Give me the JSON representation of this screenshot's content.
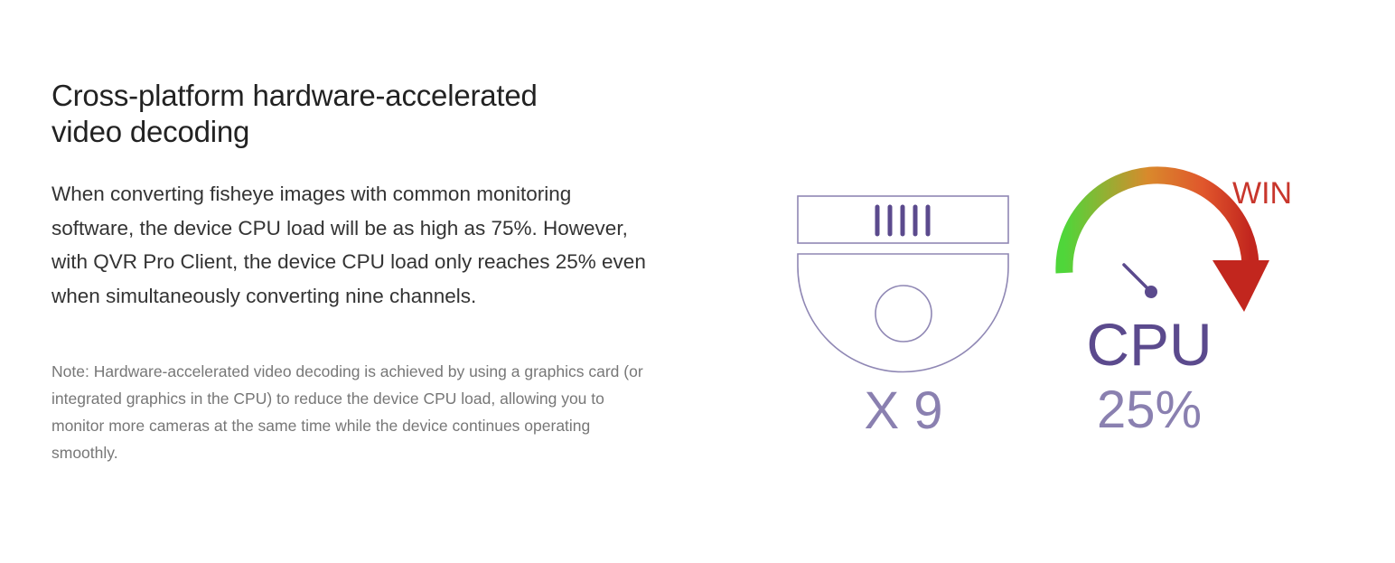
{
  "feature": {
    "title_line1": "Cross-platform hardware-accelerated",
    "title_line2": "video decoding",
    "description": "When converting fisheye images with common monitoring software, the device CPU load will be as high as 75%. However, with QVR Pro Client, the device CPU load only reaches 25% even when simultaneously converting nine channels.",
    "note": "Note: Hardware-accelerated video decoding is achieved by using a graphics card (or integrated graphics in the CPU) to reduce the device CPU load, allowing you to monitor more cameras at the same time while the device continues operating smoothly."
  },
  "illustration": {
    "camera_multiplier": "X 9",
    "gauge_status": "WIN",
    "gauge_title": "CPU",
    "cpu_load": "25%",
    "icons": [
      "fisheye-camera-icon",
      "cpu-gauge-icon"
    ],
    "colors": {
      "outline": "#8f87b4",
      "accent": "#5b4a8d",
      "gauge_start": "#4fd63a",
      "gauge_mid": "#f2832a",
      "gauge_end": "#c2261e"
    }
  }
}
